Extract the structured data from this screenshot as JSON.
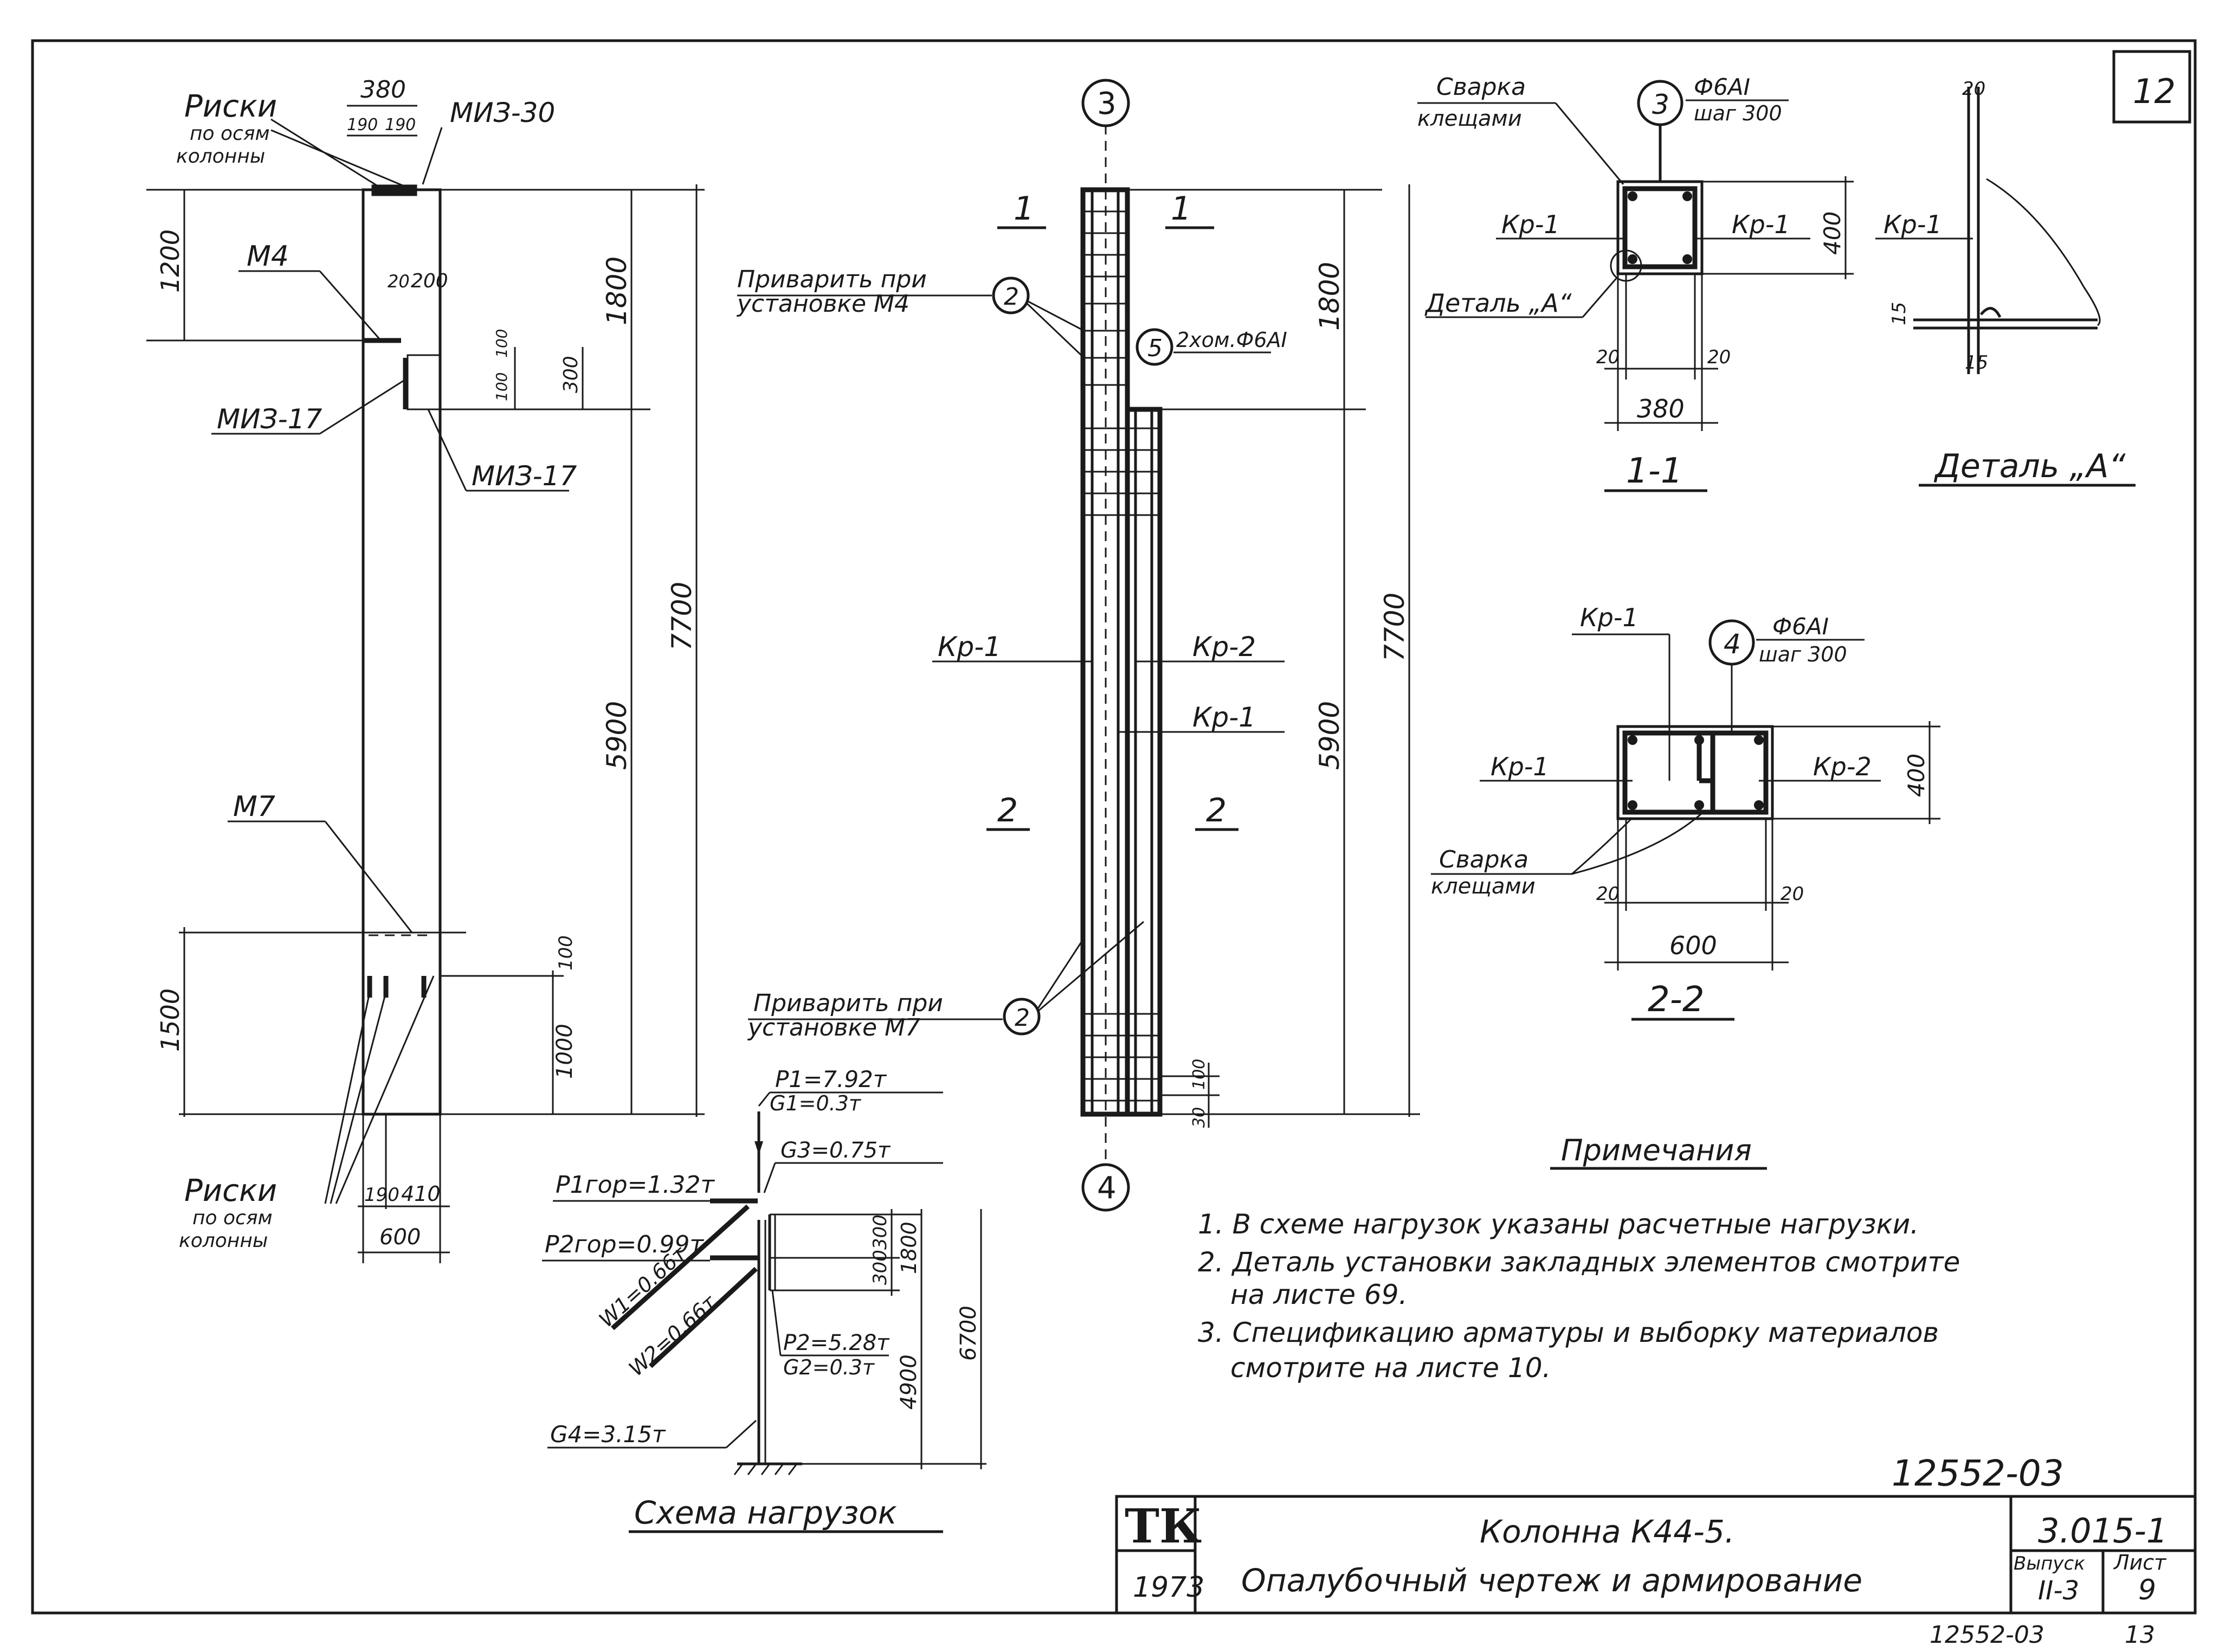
{
  "corner_sheet": "12",
  "elevation": {
    "marks_top_1": "Риски",
    "marks_top_2": "по осям",
    "marks_top_3": "колонны",
    "dim_380": "380",
    "dim_190": "190",
    "dim_190b": "190",
    "part_miz30": "МИЗ-30",
    "dim_1200": "1200",
    "part_m4": "М4",
    "dim_20": "20",
    "dim_200": "200",
    "dim_1800": "1800",
    "dim_100a": "100",
    "dim_100b": "100",
    "dim_300": "300",
    "part_miz17a": "МИЗ-17",
    "part_miz17b": "МИЗ-17",
    "dim_5900": "5900",
    "dim_7700": "7700",
    "part_m7": "М7",
    "dim_1500": "1500",
    "dim_100c": "100",
    "dim_1000": "1000",
    "marks_bot_1": "Риски",
    "marks_bot_2": "по осям",
    "marks_bot_3": "колонны",
    "dim_190c": "190",
    "dim_410": "410",
    "dim_600": "600"
  },
  "reinforcement": {
    "axis_top": "3",
    "axis_bottom": "4",
    "sec1_left": "1",
    "sec1_right": "1",
    "sec2_left": "2",
    "sec2_right": "2",
    "weld_m4_1": "Приварить при",
    "weld_m4_2": "установке М4",
    "weld_m7_1": "Приварить при",
    "weld_m7_2": "установке М7",
    "pos2_top": "2",
    "pos2_bot": "2",
    "pos5": "5",
    "clamp": "2хом.Ф6АI",
    "kr1_left": "Кр-1",
    "kr2_right": "Кр-2",
    "kr1_right": "Кр-1",
    "dim_1800": "1800",
    "dim_5900": "5900",
    "dim_7700": "7700",
    "dim_100": "100",
    "dim_30": "30"
  },
  "section11": {
    "weld_1": "Сварка",
    "weld_2": "клещами",
    "pos": "3",
    "bar": "Ф6АI",
    "step": "шаг 300",
    "kr1_left": "Кр-1",
    "kr1_right": "Кр-1",
    "dim_400": "400",
    "detail_a": "Деталь „А“",
    "dim_20a": "20",
    "dim_20b": "20",
    "dim_380": "380",
    "title": "1-1"
  },
  "detailA": {
    "dim_20": "20",
    "kr1": "Кр-1",
    "dim_15a": "15",
    "dim_15b": "15",
    "title": "Деталь „А“"
  },
  "section22": {
    "kr1_top": "Кр-1",
    "pos": "4",
    "bar": "Ф6АI",
    "step": "шаг 300",
    "kr1_left": "Кр-1",
    "kr2_right": "Кр-2",
    "dim_400": "400",
    "weld_1": "Сварка",
    "weld_2": "клещами",
    "dim_20a": "20",
    "dim_20b": "20",
    "dim_600": "600",
    "title": "2-2"
  },
  "loads": {
    "p1": "P1=7.92т",
    "g1": "G1=0.3т",
    "g3": "G3=0.75т",
    "p1gor": "P1гор=1.32т",
    "p2gor": "P2гор=0.99т",
    "w1": "W1=0.66т",
    "w2": "W2=0.66т",
    "dim_300a": "300",
    "dim_300b": "300",
    "dim_1800": "1800",
    "p2": "P2=5.28т",
    "g2": "G2=0.3т",
    "dim_4900": "4900",
    "dim_6700": "6700",
    "g4": "G4=3.15т",
    "title": "Схема нагрузок"
  },
  "notes": {
    "title": "Примечания",
    "n1": "1. В схеме нагрузок указаны расчетные нагрузки.",
    "n2a": "2. Деталь установки закладных элементов смотрите",
    "n2b": "на листе 69.",
    "n3a": "3. Спецификацию арматуры и выборку материалов",
    "n3b": "смотрите на листе 10."
  },
  "titleblock": {
    "doc_no": "12552-03",
    "logo": "ТК",
    "year": "1973",
    "name_1": "Колонна К44-5.",
    "name_2": "Опалубочный чертеж и армирование",
    "series": "3.015-1",
    "issue_label": "Выпуск",
    "issue": "II-3",
    "sheet_label": "Лист",
    "sheet": "9",
    "bottom_doc": "12552-03",
    "bottom_page": "13"
  }
}
